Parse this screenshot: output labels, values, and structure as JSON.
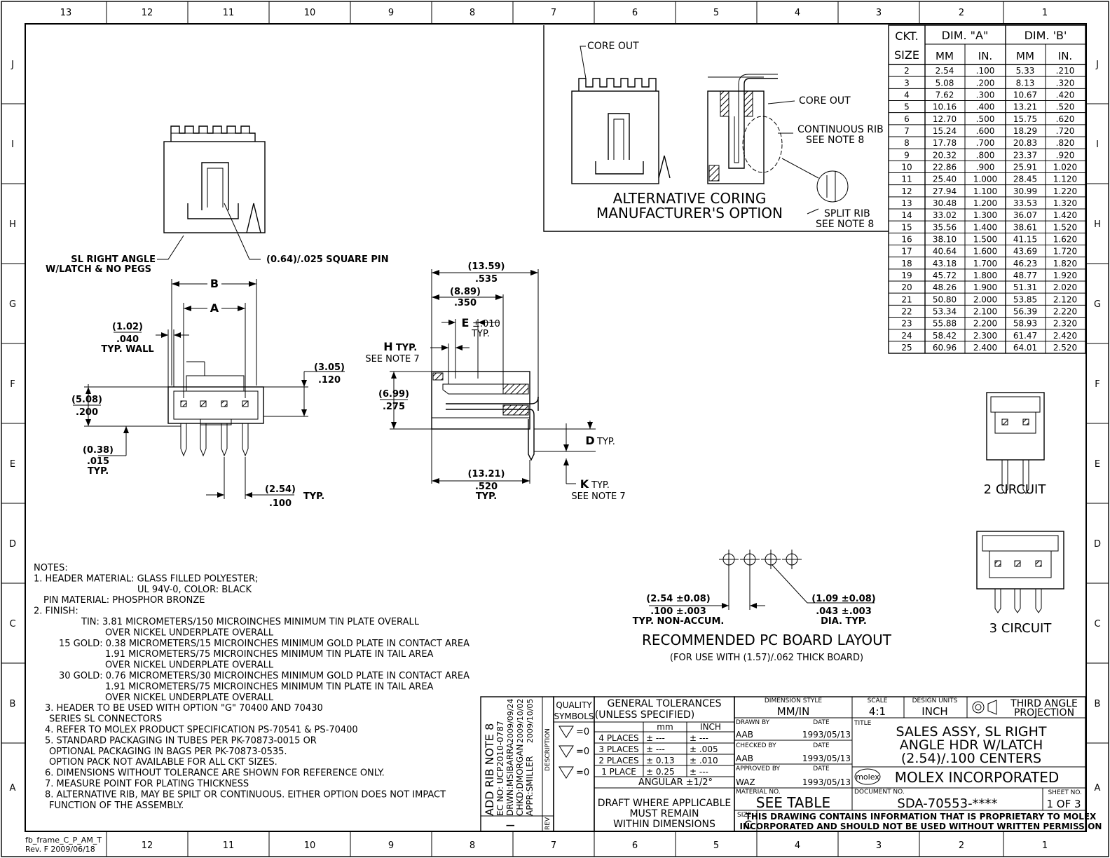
{
  "frame": {
    "columns_top": [
      "13",
      "12",
      "11",
      "10",
      "9",
      "8",
      "7",
      "6",
      "5",
      "4",
      "3",
      "2",
      "1"
    ],
    "columns_bottom": [
      "12",
      "11",
      "10",
      "9",
      "8",
      "7",
      "6",
      "5",
      "4",
      "3",
      "2",
      "1"
    ],
    "rows": [
      "J",
      "I",
      "H",
      "G",
      "F",
      "E",
      "D",
      "C",
      "B",
      "A"
    ],
    "frame_id_1": "fb_frame_C_P_AM_T",
    "frame_id_2": "Rev. F 2009/06/18"
  },
  "dim_table": {
    "h_ckt": "CKT.",
    "h_size": "SIZE",
    "h_a": "DIM. \"A\"",
    "h_b": "DIM. 'B'",
    "h_mm": "MM",
    "h_in": "IN.",
    "rows": [
      [
        "2",
        "2.54",
        ".100",
        "5.33",
        ".210"
      ],
      [
        "3",
        "5.08",
        ".200",
        "8.13",
        ".320"
      ],
      [
        "4",
        "7.62",
        ".300",
        "10.67",
        ".420"
      ],
      [
        "5",
        "10.16",
        ".400",
        "13.21",
        ".520"
      ],
      [
        "6",
        "12.70",
        ".500",
        "15.75",
        ".620"
      ],
      [
        "7",
        "15.24",
        ".600",
        "18.29",
        ".720"
      ],
      [
        "8",
        "17.78",
        ".700",
        "20.83",
        ".820"
      ],
      [
        "9",
        "20.32",
        ".800",
        "23.37",
        ".920"
      ],
      [
        "10",
        "22.86",
        ".900",
        "25.91",
        "1.020"
      ],
      [
        "11",
        "25.40",
        "1.000",
        "28.45",
        "1.120"
      ],
      [
        "12",
        "27.94",
        "1.100",
        "30.99",
        "1.220"
      ],
      [
        "13",
        "30.48",
        "1.200",
        "33.53",
        "1.320"
      ],
      [
        "14",
        "33.02",
        "1.300",
        "36.07",
        "1.420"
      ],
      [
        "15",
        "35.56",
        "1.400",
        "38.61",
        "1.520"
      ],
      [
        "16",
        "38.10",
        "1.500",
        "41.15",
        "1.620"
      ],
      [
        "17",
        "40.64",
        "1.600",
        "43.69",
        "1.720"
      ],
      [
        "18",
        "43.18",
        "1.700",
        "46.23",
        "1.820"
      ],
      [
        "19",
        "45.72",
        "1.800",
        "48.77",
        "1.920"
      ],
      [
        "20",
        "48.26",
        "1.900",
        "51.31",
        "2.020"
      ],
      [
        "21",
        "50.80",
        "2.000",
        "53.85",
        "2.120"
      ],
      [
        "22",
        "53.34",
        "2.100",
        "56.39",
        "2.220"
      ],
      [
        "23",
        "55.88",
        "2.200",
        "58.93",
        "2.320"
      ],
      [
        "24",
        "58.42",
        "2.300",
        "61.47",
        "2.420"
      ],
      [
        "25",
        "60.96",
        "2.400",
        "64.01",
        "2.520"
      ]
    ]
  },
  "alt_coring": {
    "core_out_1": "CORE OUT",
    "core_out_2": "CORE OUT",
    "cont_rib_1": "CONTINUOUS RIB",
    "cont_rib_2": "SEE NOTE 8",
    "split_rib_1": "SPLIT RIB",
    "split_rib_2": "SEE NOTE 8",
    "title_1": "ALTERNATIVE CORING",
    "title_2": "MANUFACTURER'S OPTION"
  },
  "front_view": {
    "sl_label_1": "SL RIGHT ANGLE",
    "sl_label_2": "W/LATCH & NO PEGS",
    "pin_label": "(0.64)/.025 SQUARE PIN",
    "b": "B",
    "a": "A",
    "wall_mm": "(1.02)",
    "wall_in": ".040",
    "wall_typ": "TYP. WALL",
    "d305_mm": "(3.05)",
    "d305_in": ".120",
    "d508_mm": "(5.08)",
    "d508_in": ".200",
    "d038_mm": "(0.38)",
    "d038_in": ".015",
    "d038_typ": "TYP.",
    "d254_mm": "(2.54)",
    "d254_in": ".100",
    "d254_typ": "TYP."
  },
  "side_view": {
    "d1359_mm": "(13.59)",
    "d1359_in": ".535",
    "d889_mm": "(8.89)",
    "d889_in": ".350",
    "e_label": "E",
    "e_tol": "±.010",
    "e_typ": "TYP.",
    "h_label": "H",
    "h_typ": "TYP.",
    "h_note": "SEE NOTE 7",
    "d699_mm": "(6.99)",
    "d699_in": ".275",
    "d_label": "D",
    "d_typ": "TYP.",
    "k_label": "K",
    "k_typ": "TYP.",
    "k_note": "SEE NOTE 7",
    "d1321_mm": "(13.21)",
    "d1321_in": ".520",
    "d1321_typ": "TYP."
  },
  "circuits": {
    "two": "2 CIRCUIT",
    "three": "3 CIRCUIT"
  },
  "pcb_layout": {
    "pitch_mm": "(2.54 ±0.08)",
    "pitch_in": ".100 ±.003",
    "pitch_note": "TYP. NON-ACCUM.",
    "hole_mm": "(1.09 ±0.08)",
    "hole_in": ".043 ±.003",
    "hole_note": "DIA. TYP.",
    "title": "RECOMMENDED PC BOARD LAYOUT",
    "subtitle": "(FOR USE WITH (1.57)/.062 THICK BOARD)"
  },
  "notes": [
    "NOTES:",
    "1. HEADER MATERIAL: GLASS FILLED POLYESTER;",
    "UL 94V-0, COLOR: BLACK",
    "PIN MATERIAL: PHOSPHOR BRONZE",
    "2. FINISH:",
    "TIN: 3.81 MICROMETERS/150 MICROINCHES MINIMUM TIN PLATE OVERALL",
    "OVER NICKEL UNDERPLATE OVERALL",
    "15 GOLD: 0.38 MICROMETERS/15 MICROINCHES MINIMUM GOLD PLATE IN CONTACT AREA",
    "1.91 MICROMETERS/75 MICROINCHES MINIMUM TIN PLATE IN TAIL AREA",
    "OVER NICKEL UNDERPLATE OVERALL",
    "30 GOLD: 0.76 MICROMETERS/30 MICROINCHES MINIMUM GOLD PLATE IN CONTACT AREA",
    "1.91 MICROMETERS/75 MICROINCHES MINIMUM TIN PLATE IN TAIL AREA",
    "OVER NICKEL UNDERPLATE OVERALL",
    "3. HEADER TO BE USED WITH OPTION \"G\" 70400 AND 70430",
    "SERIES SL CONNECTORS",
    "4. REFER TO MOLEX PRODUCT SPECIFICATION PS-70541 & PS-70400",
    "5. STANDARD PACKAGING IN TUBES PER PK-70873-0015 OR",
    "OPTIONAL PACKAGING IN BAGS PER PK-70873-0535.",
    "OPTION PACK NOT AVAILABLE FOR ALL CKT SIZES.",
    "6. DIMENSIONS WITHOUT TOLERANCE ARE SHOWN FOR REFERENCE ONLY.",
    "7. MEASURE POINT FOR PLATING THICKNESS",
    "8. ALTERNATIVE RIB, MAY BE SPILT OR CONTINUOUS. EITHER OPTION DOES NOT IMPACT",
    "FUNCTION OF THE ASSEMBLY."
  ],
  "revision": {
    "desc_1": "ADD RIB NOTE 8",
    "desc_2": "EC NO: UCP2010-0787",
    "drwn": "DRWN:MSIBARRA",
    "drwn_date": "2009/09/24",
    "chkd": "CHKD:DMORGAN",
    "chkd_date": "2009/10/02",
    "appr": "APPR:SMILLER",
    "appr_date": "2009/10/05",
    "description_label": "DESCRIPTION",
    "rev_label": "REV",
    "rev_value": "I"
  },
  "quality": {
    "label_1": "QUALITY",
    "label_2": "SYMBOLS",
    "sym": "=0"
  },
  "tolerances": {
    "title_1": "GENERAL TOLERANCES",
    "title_2": "(UNLESS SPECIFIED)",
    "h_mm": "mm",
    "h_inch": "INCH",
    "rows": [
      [
        "4 PLACES",
        "±  ---",
        "±  ---"
      ],
      [
        "3 PLACES",
        "±  ---",
        "± .005"
      ],
      [
        "2 PLACES",
        "± 0.13",
        "± .010"
      ],
      [
        "1 PLACE",
        "± 0.25",
        "±  ---"
      ]
    ],
    "angular": "ANGULAR ±1/2°",
    "draft_1": "DRAFT WHERE APPLICABLE",
    "draft_2": "MUST REMAIN",
    "draft_3": "WITHIN DIMENSIONS"
  },
  "title_block": {
    "dim_style_label": "DIMENSION STYLE",
    "dim_style": "MM/IN",
    "scale_label": "SCALE",
    "scale": "4:1",
    "design_units_label": "DESIGN UNITS",
    "design_units": "INCH",
    "projection_1": "THIRD ANGLE",
    "projection_2": "PROJECTION",
    "drawn_by_label": "DRAWN BY",
    "drawn_by": "AAB",
    "checked_by_label": "CHECKED BY",
    "checked_by": "AAB",
    "approved_by_label": "APPROVED BY",
    "approved_by": "WAZ",
    "date_label": "DATE",
    "drawn_date": "1993/05/13",
    "checked_date": "1993/05/13",
    "approved_date": "1993/05/13",
    "title_label": "TITLE",
    "title_1": "SALES ASSY, SL RIGHT",
    "title_2": "ANGLE HDR W/LATCH",
    "title_3": "(2.54)/.100 CENTERS",
    "company_logo": "molex",
    "company": "MOLEX INCORPORATED",
    "material_label": "MATERIAL NO.",
    "material": "SEE TABLE",
    "document_label": "DOCUMENT NO.",
    "document": "SDA-70553-****",
    "sheet_label": "SHEET NO.",
    "sheet": "1 OF 3",
    "size_label": "SIZE",
    "size": "C",
    "proprietary_1": "THIS DRAWING CONTAINS INFORMATION THAT IS PROPRIETARY TO MOLEX",
    "proprietary_2": "INCORPORATED AND SHOULD NOT BE USED WITHOUT WRITTEN PERMISSION"
  }
}
